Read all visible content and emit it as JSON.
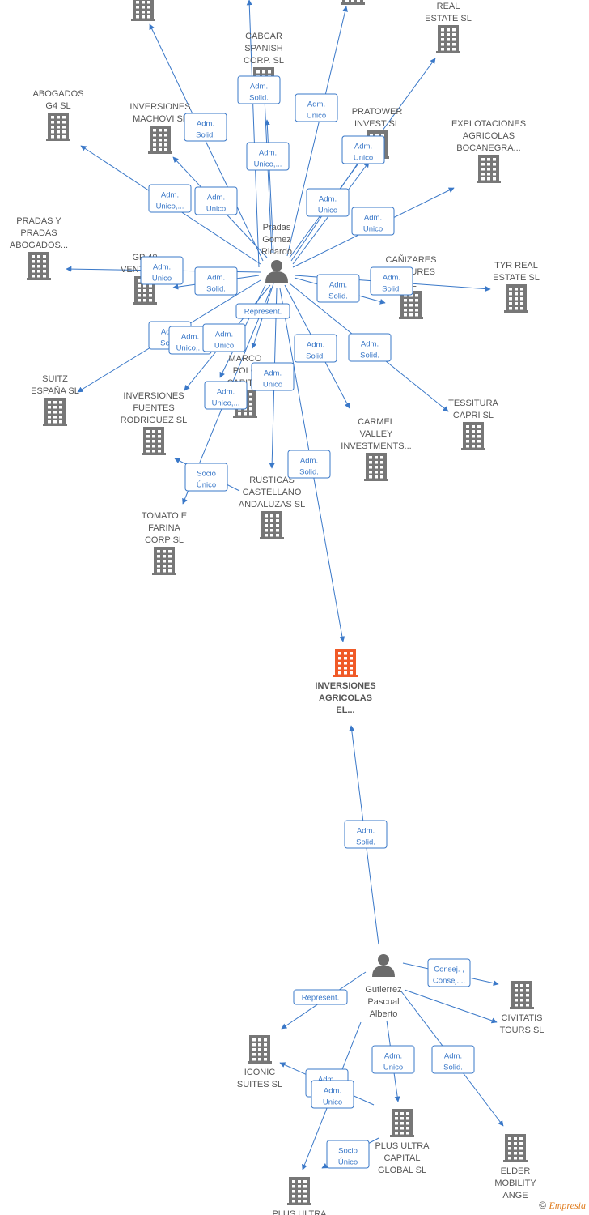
{
  "colors": {
    "edge": "#3a78c8",
    "company": "#777777",
    "focus": "#f05a28",
    "person": "#6b6b6b",
    "label": "#555555"
  },
  "nodes": [
    {
      "id": "pradas",
      "kind": "person",
      "label": [
        "Pradas",
        "Gomez",
        "Ricardo"
      ]
    },
    {
      "id": "gutierrez",
      "kind": "person",
      "label": [
        "Gutierrez",
        "Pascual",
        "Alberto"
      ]
    },
    {
      "id": "focus",
      "kind": "company",
      "main": true,
      "label": [
        "INVERSIONES",
        "AGRICOLAS",
        "EL..."
      ]
    },
    {
      "id": "top1",
      "kind": "company",
      "label": []
    },
    {
      "id": "top2",
      "kind": "company",
      "label": []
    },
    {
      "id": "realestate",
      "kind": "company",
      "label": [
        "REAL",
        "ESTATE  SL"
      ]
    },
    {
      "id": "cabcar",
      "kind": "company",
      "label": [
        "CABCAR",
        "SPANISH",
        "CORP.  SL"
      ]
    },
    {
      "id": "abogados",
      "kind": "company",
      "label": [
        "ABOGADOS",
        "G4  SL"
      ]
    },
    {
      "id": "machovi",
      "kind": "company",
      "label": [
        "INVERSIONES",
        "MACHOVI  SL"
      ]
    },
    {
      "id": "pratower",
      "kind": "company",
      "label": [
        "PRATOWER",
        "INVEST  SL"
      ]
    },
    {
      "id": "bocanegra",
      "kind": "company",
      "label": [
        "EXPLOTACIONES",
        "AGRICOLAS",
        "BOCANEGRA..."
      ]
    },
    {
      "id": "pradasab",
      "kind": "company",
      "label": [
        "PRADAS Y",
        "PRADAS",
        "ABOGADOS..."
      ]
    },
    {
      "id": "gp40",
      "kind": "company",
      "label": [
        "GP 40",
        "VENTURES"
      ]
    },
    {
      "id": "canizares",
      "kind": "company",
      "label": [
        "CAÑIZARES",
        "VENTURES",
        "SL"
      ]
    },
    {
      "id": "tyr",
      "kind": "company",
      "label": [
        "TYR REAL",
        "ESTATE  SL"
      ]
    },
    {
      "id": "suitz",
      "kind": "company",
      "label": [
        "SUITZ",
        "ESPAÑA  SL"
      ]
    },
    {
      "id": "marco",
      "kind": "company",
      "label": [
        "MARCO",
        "POLO",
        "CAPITAL"
      ]
    },
    {
      "id": "fuentes",
      "kind": "company",
      "label": [
        "INVERSIONES",
        "FUENTES",
        "RODRIGUEZ  SL"
      ]
    },
    {
      "id": "tessitura",
      "kind": "company",
      "label": [
        "TESSITURA",
        "CAPRI  SL"
      ]
    },
    {
      "id": "carmel",
      "kind": "company",
      "label": [
        "CARMEL",
        "VALLEY",
        "INVESTMENTS..."
      ]
    },
    {
      "id": "rusticas",
      "kind": "company",
      "label": [
        "RUSTICAS",
        "CASTELLANO",
        "ANDALUZAS  SL"
      ]
    },
    {
      "id": "tomato",
      "kind": "company",
      "label": [
        "TOMATO E",
        "FARINA",
        "CORP  SL"
      ]
    },
    {
      "id": "civitatis",
      "kind": "company",
      "label": [
        "CIVITATIS",
        "TOURS  SL"
      ]
    },
    {
      "id": "iconic",
      "kind": "company",
      "label": [
        "ICONIC",
        "SUITES  SL"
      ]
    },
    {
      "id": "plusultra",
      "kind": "company",
      "label": [
        "PLUS ULTRA",
        "CAPITAL",
        "GLOBAL  SL"
      ]
    },
    {
      "id": "elder",
      "kind": "company",
      "label": [
        "ELDER",
        "MOBILITY",
        "ANGE"
      ]
    },
    {
      "id": "plusultra2",
      "kind": "company",
      "label": [
        "PLUS ULTRA"
      ]
    }
  ],
  "edges": [
    {
      "from": "pradas",
      "to": "top1",
      "label": []
    },
    {
      "from": "pradas",
      "to": "top2",
      "label": [
        "Adm.",
        "Unico"
      ]
    },
    {
      "from": "pradas",
      "to": "realestate",
      "label": [
        "Adm.",
        "Unico"
      ]
    },
    {
      "from": "pradas",
      "to": "cabcar",
      "label": [
        "Adm.",
        "Solid."
      ]
    },
    {
      "from": "pradas",
      "to": "cabcar",
      "label": [
        "Adm.",
        "Unico,..."
      ]
    },
    {
      "from": "pradas",
      "to": "abogados",
      "label": [
        "Adm.",
        "Unico,..."
      ]
    },
    {
      "from": "pradas",
      "to": "machovi",
      "label": [
        "Adm.",
        "Solid."
      ]
    },
    {
      "from": "pradas",
      "to": "machovi",
      "label": [
        "Adm.",
        "Unico"
      ]
    },
    {
      "from": "pradas",
      "to": "pratower",
      "label": [
        "Adm.",
        "Unico"
      ]
    },
    {
      "from": "pradas",
      "to": "pratower",
      "label": [
        "Adm.",
        "Unico"
      ]
    },
    {
      "from": "pradas",
      "to": "bocanegra",
      "label": [
        "Adm.",
        "Unico"
      ]
    },
    {
      "from": "pradas",
      "to": "pradasab",
      "label": [
        "Adm.",
        "Unico"
      ]
    },
    {
      "from": "pradas",
      "to": "gp40",
      "label": [
        "Adm.",
        "Solid."
      ]
    },
    {
      "from": "pradas",
      "to": "canizares",
      "label": [
        "Adm.",
        "Solid."
      ]
    },
    {
      "from": "pradas",
      "to": "tyr",
      "label": [
        "Adm.",
        "Solid."
      ]
    },
    {
      "from": "pradas",
      "to": "suitz",
      "label": [
        "Adm.",
        "Solid."
      ]
    },
    {
      "from": "pradas",
      "to": "marco",
      "label": [
        "Represent."
      ]
    },
    {
      "from": "pradas",
      "to": "marco",
      "label": [
        "Adm.",
        "Unico,..."
      ]
    },
    {
      "from": "pradas",
      "to": "fuentes",
      "label": [
        "Adm.",
        "Unico"
      ]
    },
    {
      "from": "pradas",
      "to": "tessitura",
      "label": [
        "Adm.",
        "Solid."
      ]
    },
    {
      "from": "pradas",
      "to": "carmel",
      "label": [
        "Adm.",
        "Solid."
      ]
    },
    {
      "from": "pradas",
      "to": "rusticas",
      "label": [
        "Adm.",
        "Unico"
      ]
    },
    {
      "from": "pradas",
      "to": "tomato",
      "label": [
        "Adm.",
        "Unico,..."
      ]
    },
    {
      "from": "pradas",
      "to": "focus",
      "label": [
        "Adm.",
        "Solid."
      ]
    },
    {
      "from": "rusticas",
      "to": "fuentes",
      "label": [
        "Socio",
        "Único"
      ]
    },
    {
      "from": "gutierrez",
      "to": "focus",
      "label": [
        "Adm.",
        "Solid."
      ]
    },
    {
      "from": "gutierrez",
      "to": "civitatis",
      "label": [
        "Consej. ,",
        "Consej...."
      ]
    },
    {
      "from": "gutierrez",
      "to": "iconic",
      "label": [
        "Represent."
      ]
    },
    {
      "from": "gutierrez",
      "to": "plusultra",
      "label": [
        "Adm.",
        "Unico"
      ]
    },
    {
      "from": "gutierrez",
      "to": "civitatis",
      "label": [
        "Adm.",
        "Solid."
      ]
    },
    {
      "from": "gutierrez",
      "to": "elder",
      "label": []
    },
    {
      "from": "plusultra",
      "to": "iconic",
      "label": [
        "Adm.",
        "Unico"
      ]
    },
    {
      "from": "gutierrez",
      "to": "plusultra2",
      "label": [
        "Adm.",
        "Unico"
      ]
    },
    {
      "from": "plusultra",
      "to": "plusultra2",
      "label": [
        "Socio",
        "Único"
      ]
    }
  ],
  "footer": {
    "copyright": "©",
    "brand": "Empresia"
  }
}
